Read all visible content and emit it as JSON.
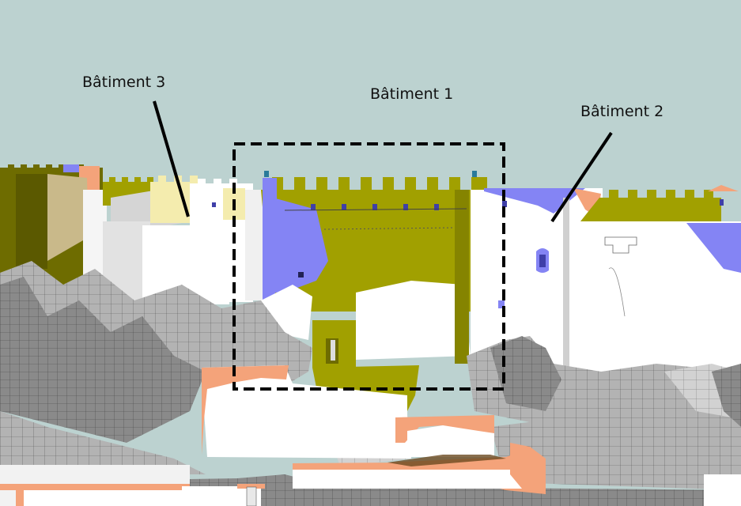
{
  "labels": {
    "building_1": "Bâtiment 1",
    "building_2": "Bâtiment 2",
    "building_3": "Bâtiment 3"
  },
  "colors": {
    "sky": "#BCD2D0",
    "olive": "#A1A000",
    "dark_olive": "#6E6C00",
    "pale_yellow": "#F4ECAE",
    "tan": "#C9B98A",
    "wall_white": "#FFFFFF",
    "blue": "#8484F4",
    "dark_blue": "#3F3FA8",
    "salmon": "#F4A37A",
    "terrain_gray": "#B0B0B0",
    "terrain_dark": "#777777",
    "grid_line": "#555555",
    "highlight_box": "#000000"
  },
  "icons": {
    "highlight": "dashed-rectangle",
    "leader": "straight-line"
  }
}
